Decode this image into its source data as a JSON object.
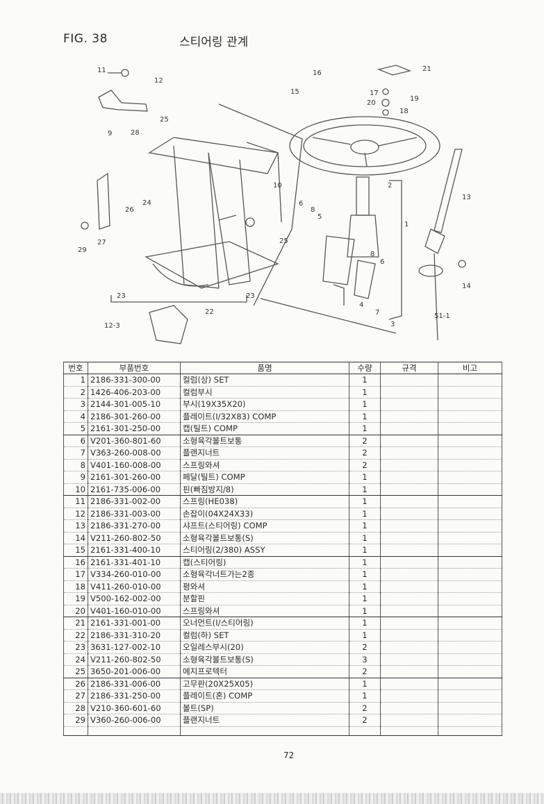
{
  "figure": {
    "label": "FIG. 38",
    "title": "스티어링 관계"
  },
  "callouts": [
    "11",
    "12",
    "9",
    "28",
    "25",
    "24",
    "26",
    "27",
    "29",
    "23",
    "22",
    "23",
    "12-3",
    "10",
    "25",
    "16",
    "15",
    "21",
    "17",
    "19",
    "20",
    "18",
    "2",
    "1",
    "13",
    "6",
    "8",
    "5",
    "8",
    "6",
    "4",
    "7",
    "3",
    "14",
    "51-1"
  ],
  "table": {
    "headers": [
      "번호",
      "부품번호",
      "품명",
      "수량",
      "규격",
      "비고"
    ],
    "rows": [
      [
        "1",
        "2186-331-300-00",
        "컬럼(상) SET",
        "1"
      ],
      [
        "2",
        "1426-406-203-00",
        "컬럼부시",
        "1"
      ],
      [
        "3",
        "2144-301-005-10",
        "부시(19X35X20)",
        "1"
      ],
      [
        "4",
        "2186-301-260-00",
        "플레이트(I/32X83) COMP",
        "1"
      ],
      [
        "5",
        "2161-301-250-00",
        "캡(틸트) COMP",
        "1"
      ],
      [
        "6",
        "V201-360-801-60",
        "소형육각볼트보통",
        "2"
      ],
      [
        "7",
        "V363-260-008-00",
        "플랜지너트",
        "2"
      ],
      [
        "8",
        "V401-160-008-00",
        "스프링와셔",
        "2"
      ],
      [
        "9",
        "2161-301-260-00",
        "페달(틸트) COMP",
        "1"
      ],
      [
        "10",
        "2161-735-006-00",
        "핀(빠짐방지/8)",
        "1"
      ],
      [
        "11",
        "2186-331-002-00",
        "스프링(HE038)",
        "1"
      ],
      [
        "12",
        "2186-331-003-00",
        "손잡이(04X24X33)",
        "1"
      ],
      [
        "13",
        "2186-331-270-00",
        "샤프트(스티어링) COMP",
        "1"
      ],
      [
        "14",
        "V211-260-802-50",
        "소형육각볼트보통(S)",
        "1"
      ],
      [
        "15",
        "2161-331-400-10",
        "스티어링(2/380) ASSY",
        "1"
      ],
      [
        "16",
        "2161-331-401-10",
        "캡(스티어링)",
        "1"
      ],
      [
        "17",
        "V334-260-010-00",
        "소형육각너트가는2종",
        "1"
      ],
      [
        "18",
        "V411-260-010-00",
        "평와셔",
        "1"
      ],
      [
        "19",
        "V500-162-002-00",
        "분할핀",
        "1"
      ],
      [
        "20",
        "V401-160-010-00",
        "스프링와셔",
        "1"
      ],
      [
        "21",
        "2161-331-001-00",
        "오너먼트(I/스티어링)",
        "1"
      ],
      [
        "22",
        "2186-331-310-20",
        "컬럼(하) SET",
        "1"
      ],
      [
        "23",
        "3631-127-002-10",
        "오일레스부시(20)",
        "2"
      ],
      [
        "24",
        "V211-260-802-50",
        "소형육각볼트보통(S)",
        "3"
      ],
      [
        "25",
        "3650-201-006-00",
        "에지프로텍터",
        "2"
      ],
      [
        "26",
        "2186-331-006-00",
        "고무판(20X25X05)",
        "1"
      ],
      [
        "27",
        "2186-331-250-00",
        "플레이트(혼) COMP",
        "1"
      ],
      [
        "28",
        "V210-360-601-60",
        "볼트(SP)",
        "2"
      ],
      [
        "29",
        "V360-260-006-00",
        "플랜지너트",
        "2"
      ]
    ]
  },
  "page_number": "72"
}
